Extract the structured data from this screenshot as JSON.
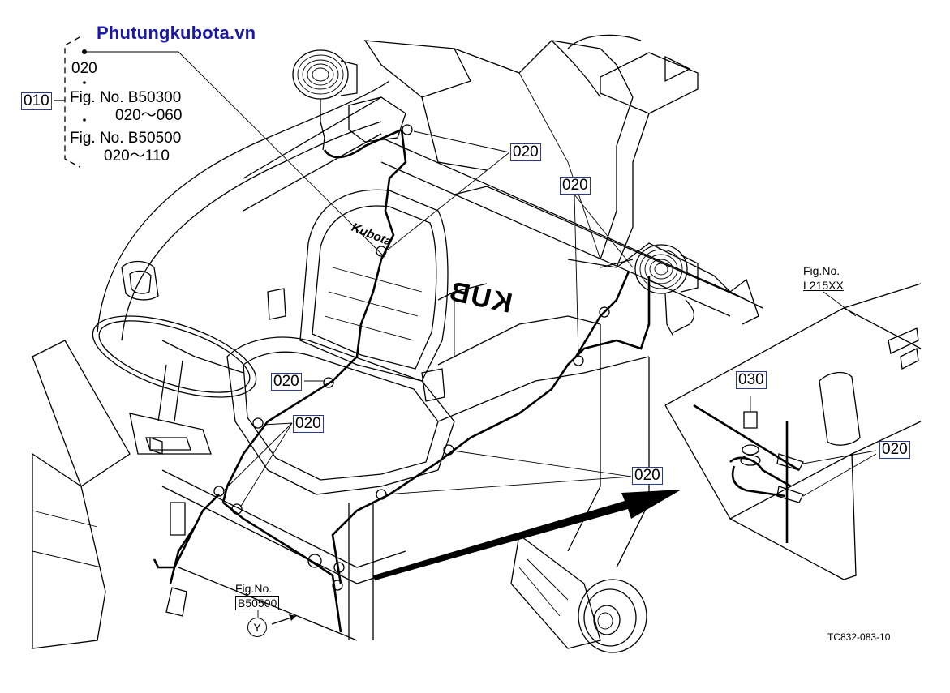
{
  "watermark": "Phutungkubota.vn",
  "legend": {
    "index_label": "010",
    "part_020": "020",
    "fig1": "Fig. No. B50300",
    "fig1_range": "020～060",
    "fig2": "Fig. No. B50500",
    "fig2_range": "020～110"
  },
  "callouts": {
    "c020_top": "020",
    "c020_mid_right": "020",
    "c020_seat": "020",
    "c020_lower_left": "020",
    "c020_lower_mid": "020",
    "c030": "030",
    "c020_right": "020"
  },
  "refs": {
    "fig_l215_line1": "Fig.No.",
    "fig_l215_line2": "L215XX",
    "fig_b50500_line1": "Fig.No.",
    "fig_b50500_line2": "B50500",
    "view_y": "Y"
  },
  "seat_logo": "Kubota",
  "body_logo": "KUB",
  "drawing_code": "TC832-083-10"
}
